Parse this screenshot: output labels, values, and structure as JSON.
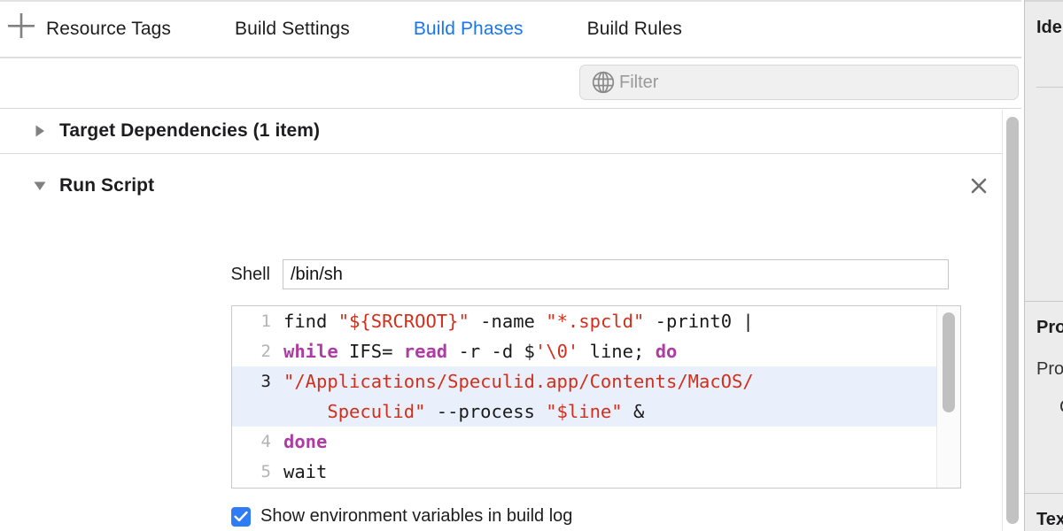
{
  "tabs": [
    {
      "label": "Resource Tags",
      "active": false
    },
    {
      "label": "Build Settings",
      "active": false
    },
    {
      "label": "Build Phases",
      "active": true
    },
    {
      "label": "Build Rules",
      "active": false
    }
  ],
  "toolbar": {
    "add_icon": "plus-icon",
    "filter_icon": "globe-icon",
    "filter_placeholder": "Filter",
    "filter_value": ""
  },
  "phases": [
    {
      "title": "Target Dependencies (1 item)",
      "expanded": false,
      "disclosure_icon": "triangle-right-icon"
    },
    {
      "title": "Run Script",
      "expanded": true,
      "disclosure_icon": "triangle-down-icon",
      "close_icon": "close-icon"
    }
  ],
  "run_script": {
    "shell_label": "Shell",
    "shell_value": "/bin/sh",
    "checkbox_label": "Show environment variables in build log",
    "checkbox_checked": true,
    "code": {
      "lines": [
        {
          "number": "1",
          "highlighted": false,
          "tokens": [
            {
              "t": "find ",
              "k": "plain"
            },
            {
              "t": "\"${SRCROOT}\"",
              "k": "str"
            },
            {
              "t": " -name ",
              "k": "plain"
            },
            {
              "t": "\"*.spcld\"",
              "k": "str"
            },
            {
              "t": " -print0 |",
              "k": "plain"
            }
          ]
        },
        {
          "number": "2",
          "highlighted": false,
          "tokens": [
            {
              "t": "while",
              "k": "kw"
            },
            {
              "t": " IFS= ",
              "k": "plain"
            },
            {
              "t": "read",
              "k": "kw"
            },
            {
              "t": " -r -d $",
              "k": "plain"
            },
            {
              "t": "'\\0'",
              "k": "str"
            },
            {
              "t": " line; ",
              "k": "plain"
            },
            {
              "t": "do",
              "k": "kw"
            }
          ]
        },
        {
          "number": "3",
          "highlighted": true,
          "tokens": [
            {
              "t": "\"/Applications/Speculid.app/Contents/MacOS/",
              "k": "str"
            },
            {
              "t": "\n    Speculid\"",
              "k": "str"
            },
            {
              "t": " --process ",
              "k": "plain"
            },
            {
              "t": "\"$line\"",
              "k": "str"
            },
            {
              "t": " &",
              "k": "plain"
            }
          ]
        },
        {
          "number": "4",
          "highlighted": false,
          "tokens": [
            {
              "t": "done",
              "k": "kw"
            }
          ]
        },
        {
          "number": "5",
          "highlighted": false,
          "tokens": [
            {
              "t": "wait",
              "k": "plain"
            }
          ]
        }
      ]
    }
  },
  "inspector": {
    "sections": [
      {
        "heading": "Ide",
        "rows": []
      },
      {
        "heading": "Pro",
        "rows": [
          "Pro",
          "C"
        ]
      },
      {
        "heading": "Tex",
        "rows": []
      }
    ]
  },
  "colors": {
    "accent": "#1876f2",
    "checkbox": "#2f7cf6",
    "string": "#d12f1b",
    "keyword": "#ad3da4",
    "highlight_row": "#e9f0fb",
    "text": "#1d1d1f"
  }
}
